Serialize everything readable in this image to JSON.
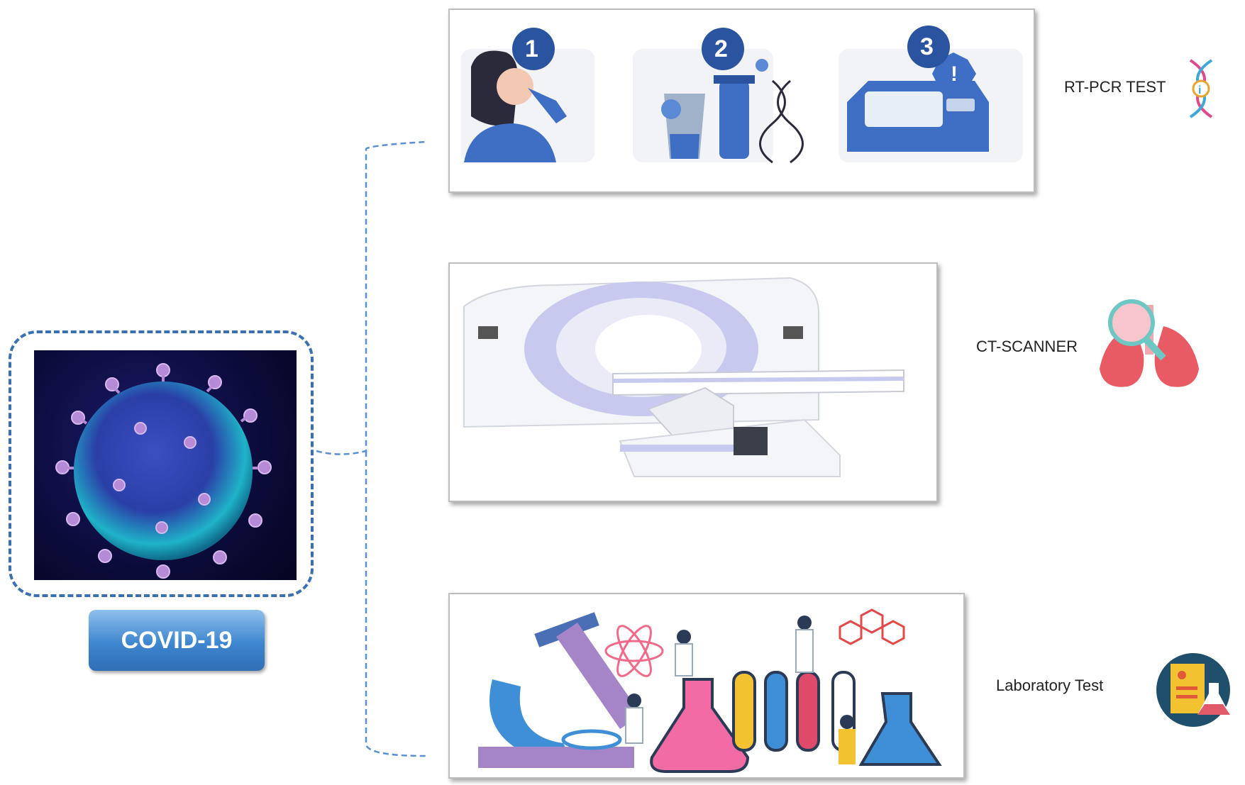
{
  "center": {
    "label": "COVID-19"
  },
  "branches": [
    {
      "label": "RT-PCR TEST",
      "icon": "dna-icon"
    },
    {
      "label": "CT-SCANNER",
      "icon": "lungs-magnifier-icon"
    },
    {
      "label": "Laboratory Test",
      "icon": "lab-report-icon"
    }
  ],
  "rtpcr_steps": [
    "1",
    "2",
    "3"
  ],
  "colors": {
    "connector": "#5a8fd0",
    "accent_blue": "#3a6fb0",
    "badge": "#3e86cf"
  }
}
